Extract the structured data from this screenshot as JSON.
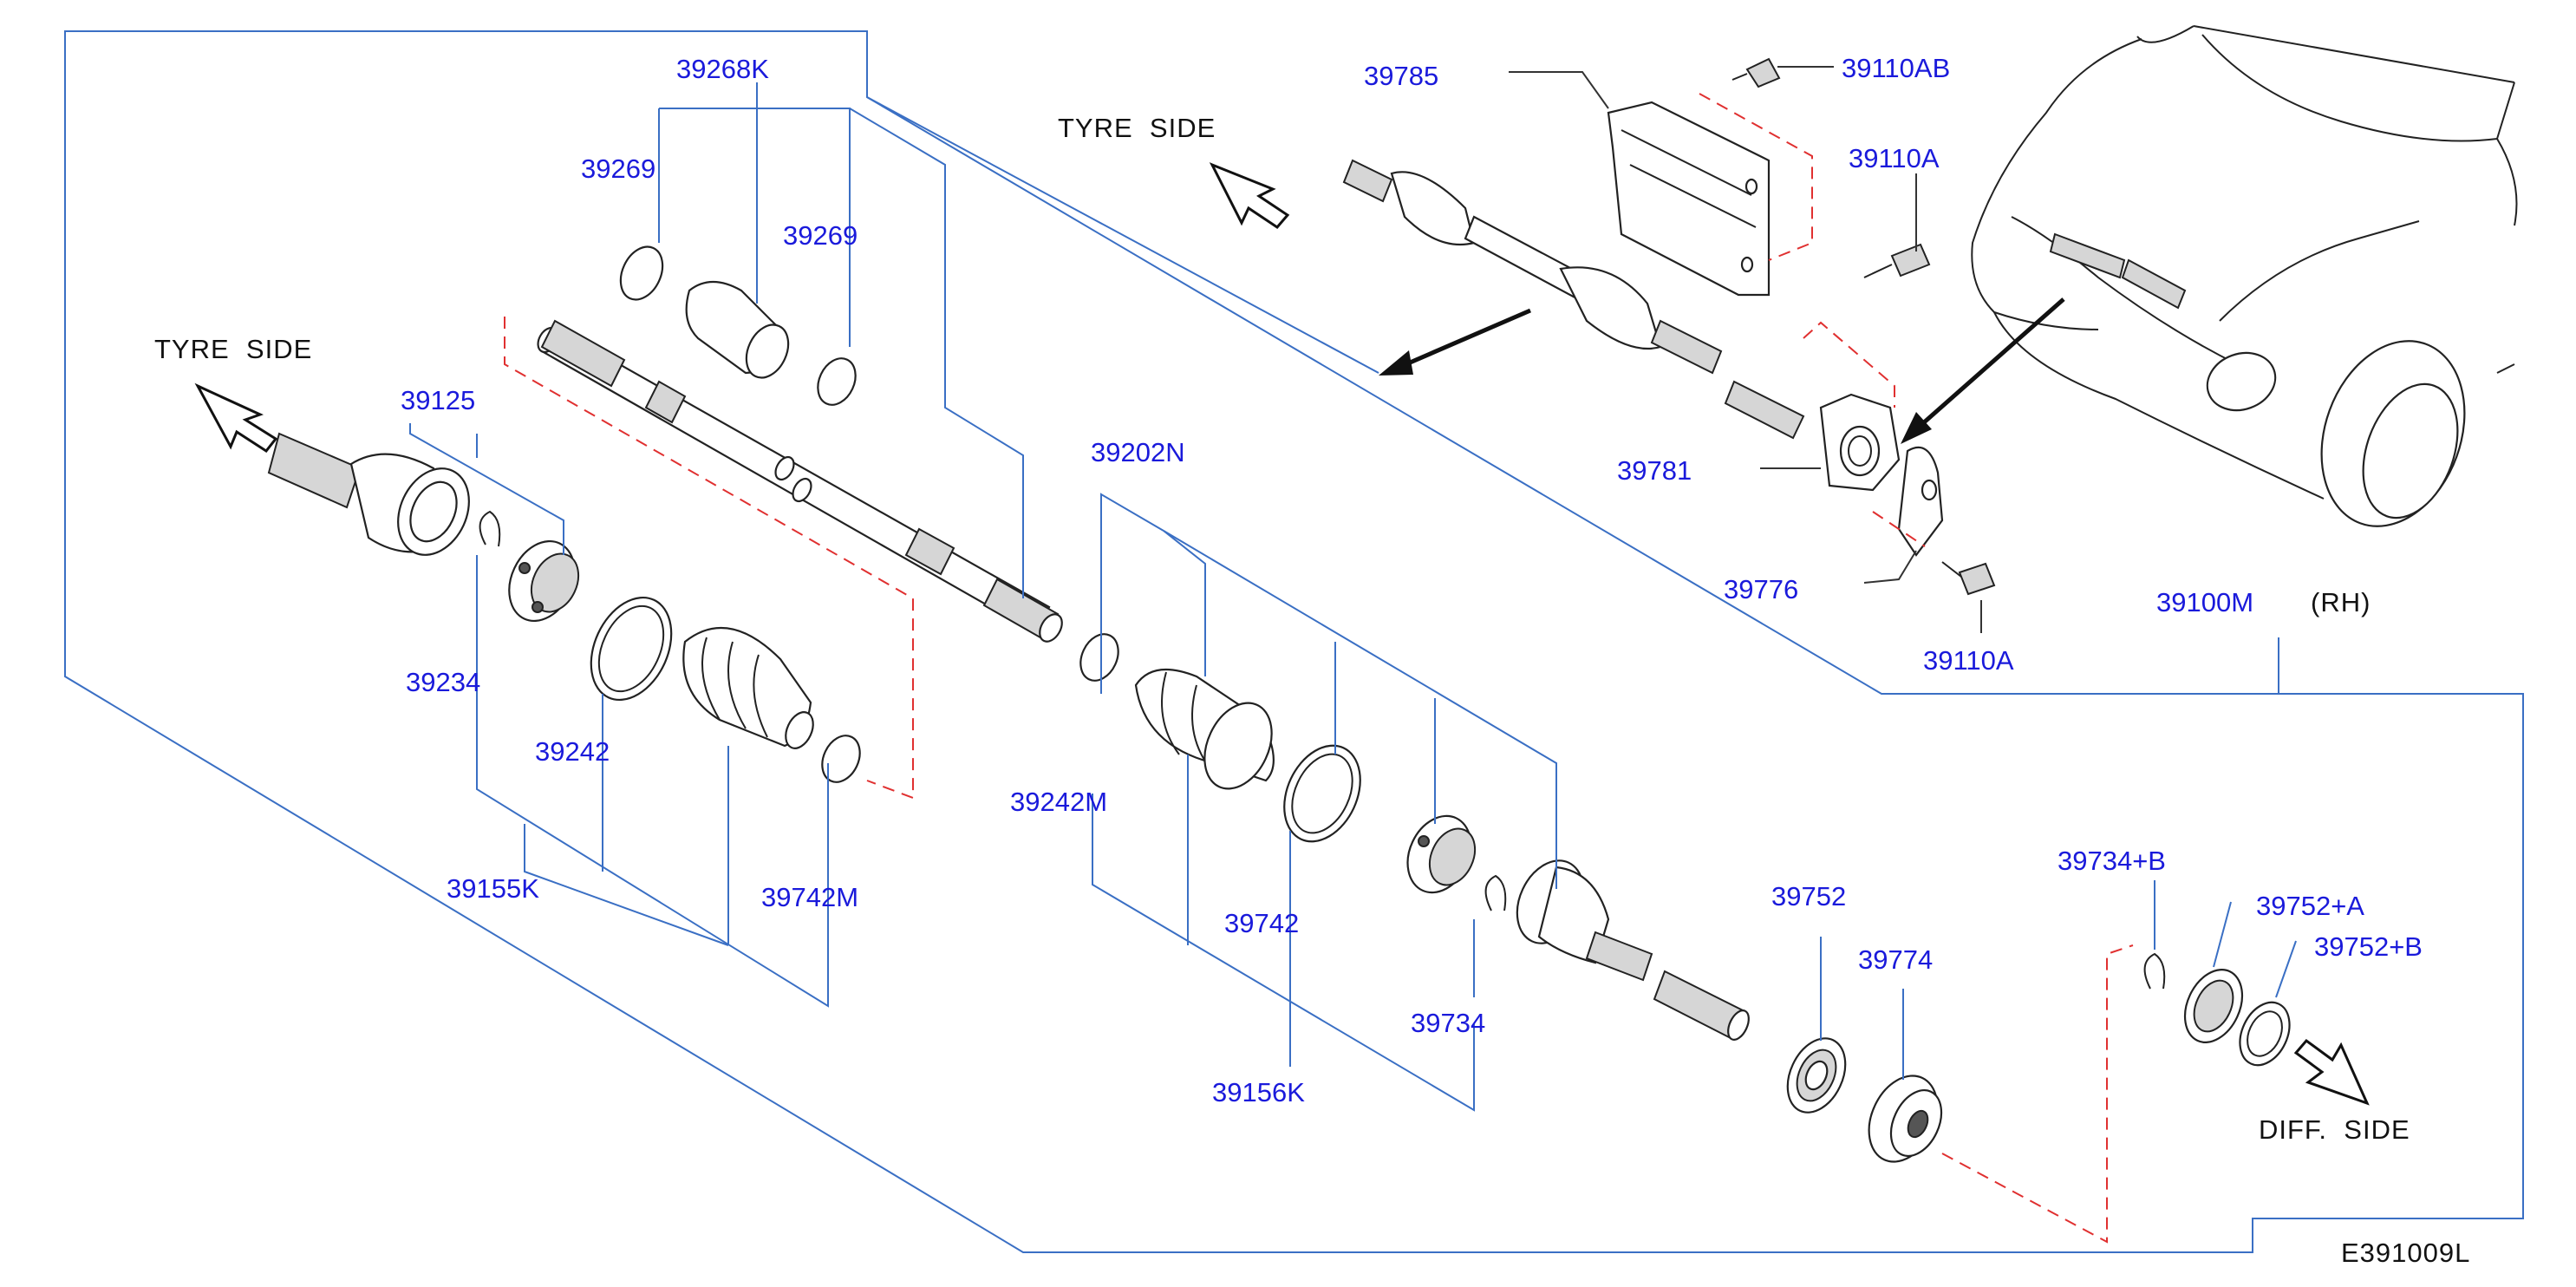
{
  "colors": {
    "label": "#1a1adb",
    "frame": "#3a6fc4",
    "dash": "#e03030",
    "ink": "#111111"
  },
  "notes": {
    "tyre_side_left": "TYRE  SIDE",
    "tyre_side_right": "TYRE  SIDE",
    "diff_side": "DIFF.  SIDE",
    "assembly_side": "(RH)",
    "diagram_code": "E391009L"
  },
  "parts": {
    "p39268K": "39268K",
    "p39269_left": "39269",
    "p39269_right": "39269",
    "p39125": "39125",
    "p39234": "39234",
    "p39242": "39242",
    "p39155K": "39155K",
    "p39742M": "39742M",
    "p39202N": "39202N",
    "p39242M": "39242M",
    "p39742": "39742",
    "p39156K": "39156K",
    "p39734": "39734",
    "p39752": "39752",
    "p39774": "39774",
    "p39734B": "39734+B",
    "p39752A": "39752+A",
    "p39752B": "39752+B",
    "p39785": "39785",
    "p39110AB": "39110AB",
    "p39110A_top": "39110A",
    "p39110A_bottom": "39110A",
    "p39781": "39781",
    "p39776": "39776",
    "p39100M": "39100M"
  },
  "icons": [
    "tyre-side-arrow-icon",
    "diff-side-arrow-icon",
    "vehicle-outline-icon"
  ]
}
